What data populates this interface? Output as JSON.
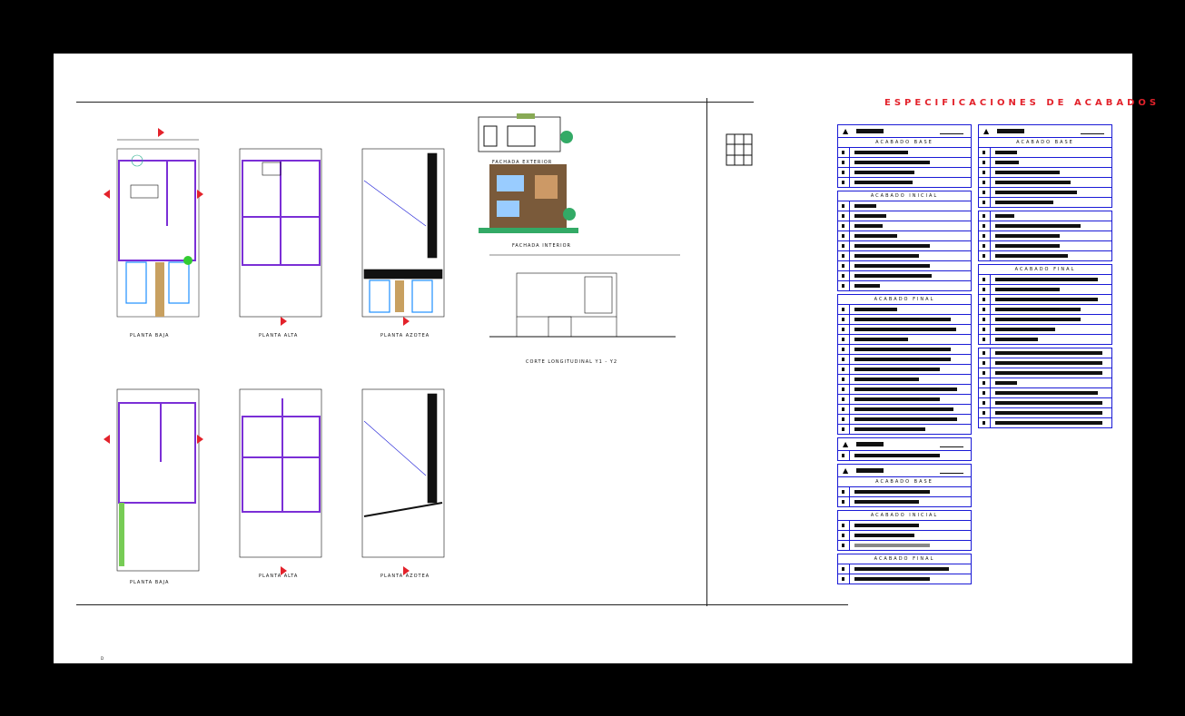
{
  "sheet": {
    "spec_title": "ESPECIFICACIONES DE ACABADOS",
    "page_mark": "D"
  },
  "plans": {
    "top_row": [
      {
        "label": "PLANTA BAJA"
      },
      {
        "label": "PLANTA ALTA"
      },
      {
        "label": "PLANTA AZOTEA"
      }
    ],
    "bottom_row": [
      {
        "label": "PLANTA BAJA"
      },
      {
        "label": "PLANTA ALTA"
      },
      {
        "label": "PLANTA AZOTEA"
      }
    ]
  },
  "elevations": {
    "exterior_label": "FACHADA EXTERIOR",
    "interior_label": "FACHADA INTERIOR",
    "section_label": "CORTE LONGITUDINAL Y1 - Y2"
  },
  "specs": {
    "left": [
      {
        "header": "ACABADO BASE",
        "rows": [
          50,
          70,
          56,
          54
        ]
      },
      {
        "header": "ACABADO INICIAL",
        "rows": [
          20,
          30,
          26,
          40,
          70,
          60,
          70,
          72,
          24
        ]
      },
      {
        "header": "ACABADO FINAL",
        "rows": [
          40,
          90,
          95,
          50,
          90,
          90,
          80,
          60,
          96,
          80,
          92,
          96,
          66
        ]
      },
      {
        "header": "",
        "rows": [
          80
        ]
      },
      {
        "header": "ACABADO BASE",
        "rows": [
          70,
          60
        ]
      },
      {
        "header": "ACABADO INICIAL",
        "rows": [
          60,
          56,
          70
        ]
      },
      {
        "header": "ACABADO FINAL",
        "rows": [
          88,
          70
        ]
      }
    ],
    "right": [
      {
        "header": "ACABADO BASE",
        "rows": [
          20,
          22,
          60,
          70,
          76,
          54
        ]
      },
      {
        "header": "",
        "rows": [
          18,
          80,
          60,
          60,
          68
        ]
      },
      {
        "header": "ACABADO FINAL",
        "rows": [
          96,
          60,
          96,
          80,
          80,
          56,
          40
        ]
      },
      {
        "header": "",
        "rows": [
          100,
          100,
          100,
          20,
          96,
          100,
          100,
          100
        ]
      }
    ]
  },
  "colors": {
    "accent": "#e3222b",
    "walls": "#7b2fd6",
    "frame": "#1a1ad6"
  }
}
